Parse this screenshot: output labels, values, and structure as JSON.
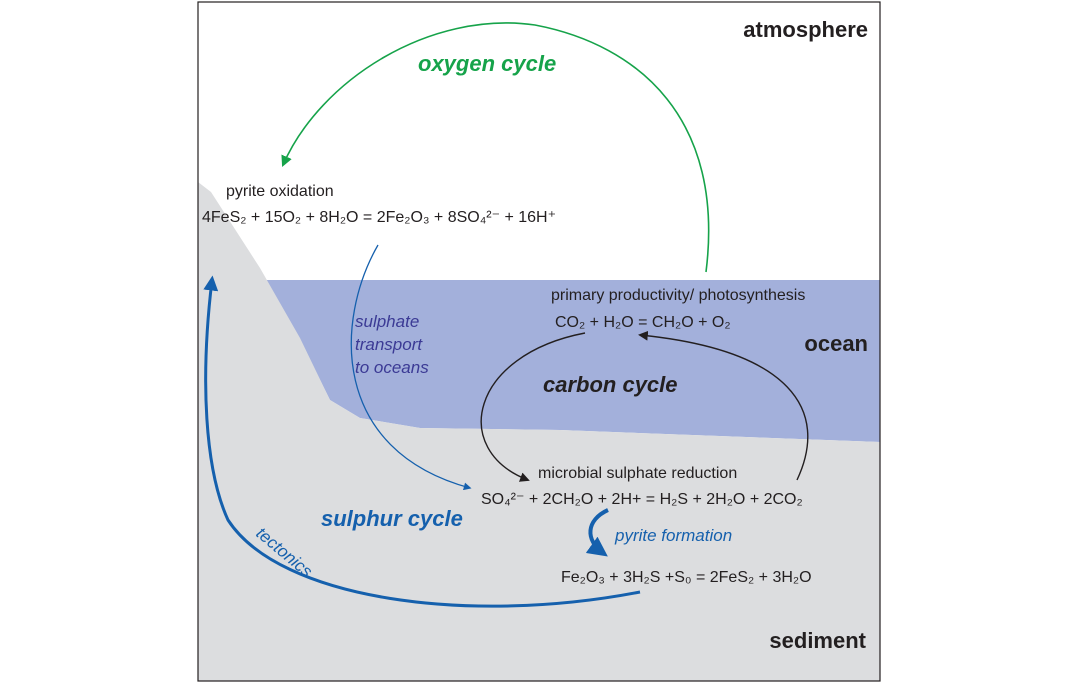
{
  "regions": {
    "atmosphere": "atmosphere",
    "ocean": "ocean",
    "sediment": "sediment"
  },
  "cycles": {
    "oxygen": "oxygen cycle",
    "carbon": "carbon cycle",
    "sulphur": "sulphur cycle"
  },
  "processes": {
    "pyrite_oxidation": {
      "title": "pyrite oxidation",
      "equation": "4FeS₂ + 15O₂ + 8H₂O = 2Fe₂O₃ + 8SO₄²⁻ + 16H⁺"
    },
    "photosynthesis": {
      "title": "primary productivity/ photosynthesis",
      "equation": "CO₂ + H₂O = CH₂O + O₂"
    },
    "sulphate_reduction": {
      "title": "microbial sulphate reduction",
      "equation": "SO₄²⁻ + 2CH₂O + 2H+ = H₂S + 2H₂O + 2CO₂"
    },
    "pyrite_formation": {
      "title": "pyrite formation",
      "equation": "Fe₂O₃ + 3H₂S +S₀ = 2FeS₂ + 3H₂O"
    }
  },
  "annotations": {
    "sulphate_transport": [
      "sulphate",
      "transport",
      "to oceans"
    ],
    "tectonics": "tectonics"
  },
  "colors": {
    "ocean": "#a3b0db",
    "sediment": "#dcdddf",
    "oxygen_green": "#16a34a",
    "sulphur_blue": "#1560ad",
    "transport_purple": "#3b3a95",
    "text_black": "#231f20"
  }
}
